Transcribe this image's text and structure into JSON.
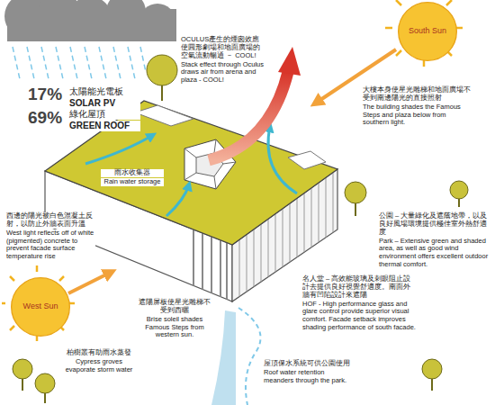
{
  "diagram": {
    "nodes": [
      {
        "text": [
          "South Sun"
        ]
      },
      {
        "text": [
          "West Sun"
        ]
      }
    ],
    "labels": [
      "17%",
      "太陽能光電板",
      "SOLAR PV",
      "69%",
      "綠化屋頂",
      "GREEN ROOF",
      "OCULUS產生的煙囪效應使圓形劇場和地面廣場的空氣流動暢通 － COOL!",
      "Stack effect through Oculus draws air from arena and plaza - COOL!",
      "大樓本身使星光雕梯和地面廣場不受到南邊陽光的直接照射",
      "The building shades the Famous Steps and plaza below from southern light.",
      "雨水收集器",
      "Rain water storage",
      "公園 – 大量綠化及遮蔭地帶，以及良好風場環境提供極佳室外熱舒適度",
      "Park – Extensive green and shaded area, as well as good wind environment offers excellent outdoor thermal comfort.",
      "西邊的陽光被白色混凝土反射，以防止外牆表面升溫",
      "West light reflects off of white (pigmented) concrete to prevent facade surface temperature rise",
      "遮陽屏板使星光雕梯不受到西曬",
      "Brise soleil shades Famous Steps from western sun.",
      "名人堂 – 高效能玻璃及刺眼阻止設計去提供良好視覺舒適度。南面外牆有凹陷設計來遮陽",
      "HOF - High performance glass and glare control provide superior visual comfort. Facade setback improves shading performance of south facade.",
      "柏樹叢有助雨水蒸發",
      "Cypress groves evaporate storm water",
      "屋頂保水系統可供公園使用",
      "Roof water retention meanders through the park."
    ]
  }
}
